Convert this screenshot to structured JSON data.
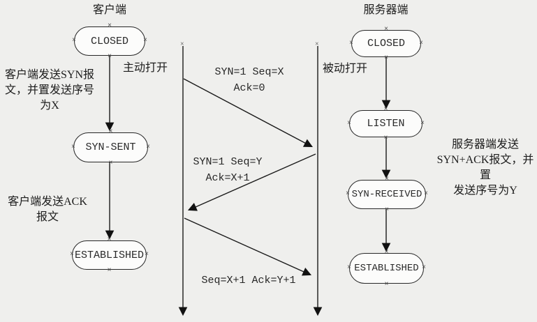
{
  "diagram": {
    "client": {
      "title": "客户端",
      "open_label": "主动打开",
      "note_syn": "客户端发送SYN报\n文，并置发送序号\n为X",
      "note_ack": "客户端发送ACK\n报文",
      "states": [
        {
          "label": "CLOSED"
        },
        {
          "label": "SYN-SENT"
        },
        {
          "label": "ESTABLISHED"
        }
      ]
    },
    "server": {
      "title": "服务器端",
      "open_label": "被动打开",
      "note_synack": "服务器端发送\nSYN+ACK报文，并置\n发送序号为Y",
      "states": [
        {
          "label": "CLOSED"
        },
        {
          "label": "LISTEN"
        },
        {
          "label": "SYN-RECEIVED"
        },
        {
          "label": "ESTABLISHED"
        }
      ]
    },
    "messages": [
      {
        "label": "SYN=1 Seq=X Ack=0"
      },
      {
        "label": "SYN=1 Seq=Y\nAck=X+1"
      },
      {
        "label": "Seq=X+1 Ack=Y+1"
      }
    ],
    "colors": {
      "background": "#efefed",
      "line": "#1a1a1a",
      "box_fill": "#fcfcfb",
      "box_border": "#262626"
    }
  }
}
